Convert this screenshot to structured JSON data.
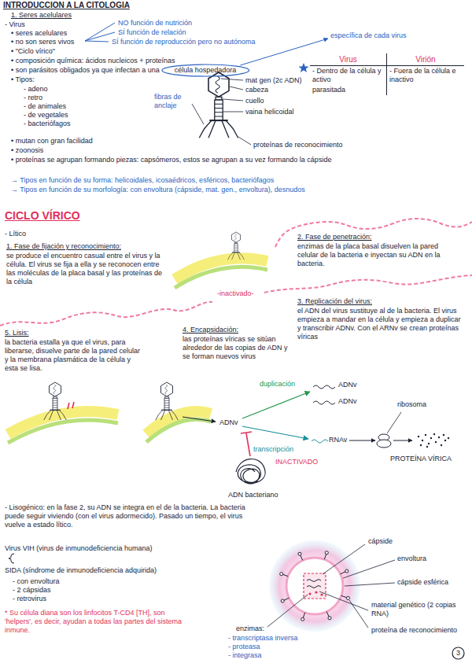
{
  "diagram": {
    "title": "INTRODUCCION A LA CITOLOGIA",
    "nodes": [
      {
        "text": [
          "Virus",
          "Virión",
          "- Dentro de la célula y activo",
          "- Fuera de la célula e inactivo",
          "parasitada"
        ]
      },
      {
        "text": [
          "célula hospedadora"
        ]
      },
      {
        "text": [
          "3"
        ]
      }
    ],
    "labels": [
      "1. Seres acelulares",
      "- Virus",
      "NO función de nutrición",
      "• seres acelulares",
      "SÍ función de relación",
      "• no son seres vivos",
      "SÍ función de reproducción pero no autónoma",
      "específica de cada virus",
      "• \"Ciclo vírico\"",
      "• composición química: ácidos nucleicos + proteínas",
      "• son parásitos obligados ya que infectan a una",
      "• Tipos:",
      "- adeno",
      "- retro",
      "- de animales",
      "- de vegetales",
      "- bacteriófagos",
      "fibras de anclaje",
      "mat gen (2c ADN)",
      "cabeza",
      "cuello",
      "vaina helicoidal",
      "proteínas de reconocimiento",
      "• mutan con gran facilidad",
      "• zoonosis",
      "• proteínas se agrupan formando piezas: capsómeros, estos se agrupan a su vez formando la cápside",
      "→ Tipos en función de su forma: helicoidales, icosaédricos, esféricos, bacteriófagos",
      "→ Tipos en función de su morfología: con envoltura (cápside, mat. gen., envoltura), desnudos",
      "CICLO VÍRICO",
      "- Lítico",
      "1. Fase de fijación y reconocimiento:",
      "se produce el encuentro casual entre el virus y la célula. El virus se fija a ella y se reconocen entre las moléculas de la placa basal y las proteínas de la célula",
      "2. Fase de penetración:",
      "enzimas de la placa basal disuelven la pared celular de la bacteria e inyectan su ADN en la bacteria.",
      "-inactivado-",
      "3. Replicación del virus:",
      "el ADN del virus sustituye al de la bacteria. El virus empieza a mandar en la célula y empieza a duplicar y transcribir ADNv. Con el ARNv se crean proteínas víricas",
      "4. Encapsidación:",
      "las proteínas víricas se sitúan alrededor de las copias de ADN y se forman nuevos virus",
      "5. Lisis:",
      "la bacteria estalla ya que el virus, para liberarse, disuelve parte de la pared celular y la membrana plasmática de la célula y esta se lisa.",
      "duplicación",
      "ADNv",
      "ADNv",
      "ADNv",
      "transcripción",
      "RNAv",
      "ribosoma",
      "PROTEÍNA VÍRICA",
      "INACTIVADO",
      "ADN bacteriano",
      "- Lisogénico: en la fase 2, su ADN se integra en el de la bacteria. La bacteria puede seguir viviendo (con el virus adormecido). Pasado un tiempo, el virus vuelve a estado lítico.",
      "Virus VIH (virus de inmunodeficiencia humana)",
      "SIDA (síndrome de inmunodeficiencia adquirida)",
      "- con envoltura",
      "- 2 cápsidas",
      "- retrovirus",
      "* Su célula diana son los linfocitos T-CD4 [TH], son 'helpers', es decir, ayudan a todas las partes del sistema inmune.",
      "cápside",
      "envoltura",
      "cápside esférica",
      "material genético (2 copias RNA)",
      "proteína de reconocimiento",
      "enzimas:",
      "- transcriptasa inversa",
      "- proteasa",
      "- integrasa"
    ]
  }
}
